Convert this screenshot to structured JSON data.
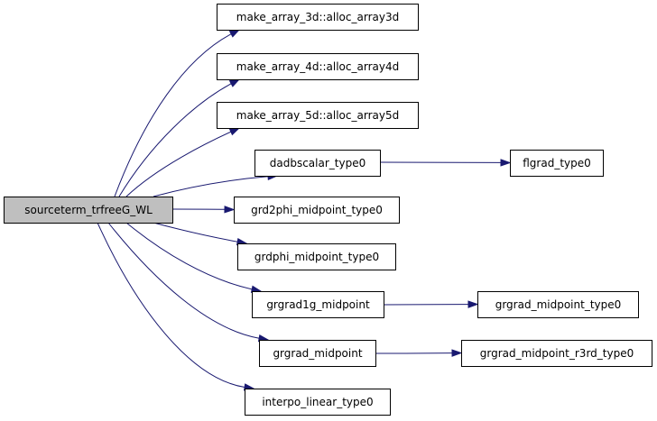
{
  "colors": {
    "node_fill": "#ffffff",
    "root_fill": "#bfbfbf",
    "border": "#000000",
    "edge": "#191970"
  },
  "nodes": [
    {
      "id": "root",
      "label": "sourceterm_trfreeG_WL",
      "root": true
    },
    {
      "id": "n3d",
      "label": "make_array_3d::alloc_array3d"
    },
    {
      "id": "n4d",
      "label": "make_array_4d::alloc_array4d"
    },
    {
      "id": "n5d",
      "label": "make_array_5d::alloc_array5d"
    },
    {
      "id": "dadb",
      "label": "dadbscalar_type0"
    },
    {
      "id": "flgrad",
      "label": "flgrad_type0"
    },
    {
      "id": "grd2phi",
      "label": "grd2phi_midpoint_type0"
    },
    {
      "id": "grdphi",
      "label": "grdphi_midpoint_type0"
    },
    {
      "id": "grgrad1g",
      "label": "grgrad1g_midpoint"
    },
    {
      "id": "grgradmt0",
      "label": "grgrad_midpoint_type0"
    },
    {
      "id": "grgrad",
      "label": "grgrad_midpoint"
    },
    {
      "id": "grgradr3",
      "label": "grgrad_midpoint_r3rd_type0"
    },
    {
      "id": "interpo",
      "label": "interpo_linear_type0"
    }
  ],
  "edges": [
    {
      "from": "root",
      "to": "n3d"
    },
    {
      "from": "root",
      "to": "n4d"
    },
    {
      "from": "root",
      "to": "n5d"
    },
    {
      "from": "root",
      "to": "dadb"
    },
    {
      "from": "root",
      "to": "grd2phi"
    },
    {
      "from": "root",
      "to": "grdphi"
    },
    {
      "from": "root",
      "to": "grgrad1g"
    },
    {
      "from": "root",
      "to": "grgrad"
    },
    {
      "from": "root",
      "to": "interpo"
    },
    {
      "from": "dadb",
      "to": "flgrad"
    },
    {
      "from": "grgrad1g",
      "to": "grgradmt0"
    },
    {
      "from": "grgrad",
      "to": "grgradr3"
    }
  ]
}
